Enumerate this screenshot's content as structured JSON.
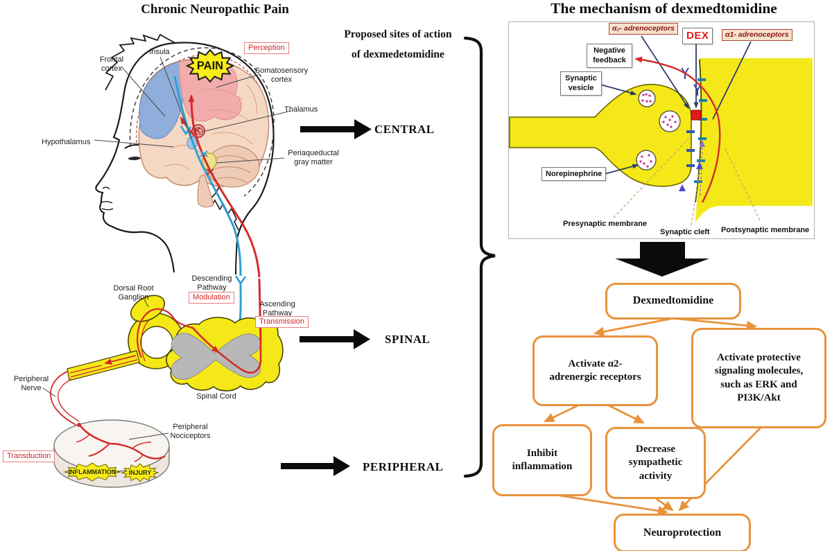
{
  "left": {
    "title": "Chronic Neuropathic Pain",
    "proposed": "Proposed sites of action\nof dexmedetomidine",
    "labels": {
      "frontal_cortex": "Frontal\ncortex",
      "insula": "Insula",
      "pain": "PAIN",
      "perception": "Perception",
      "somatosensory_cortex": "Somatosensory\ncortex",
      "thalamus": "Thalamus",
      "hypothalamus": "Hypothalamus",
      "periaqueductal": "Periaqueductal\ngray matter",
      "descending_pathway": "Descending\nPathway",
      "modulation": "Modulation",
      "ascending_pathway": "Ascending\nPathway",
      "transmission": "Transmission",
      "dorsal_root_ganglion": "Dorsal Root\nGanglion",
      "spinal_cord": "Spinal Cord",
      "peripheral_nerve": "Peripheral\nNerve",
      "peripheral_nociceptors": "Peripheral\nNociceptors",
      "transduction": "Transduction",
      "inflammation": "INFLAMMATION",
      "injury": "INJURY"
    },
    "levels": {
      "central": "CENTRAL",
      "spinal": "SPINAL",
      "peripheral": "PERIPHERAL"
    }
  },
  "right": {
    "title": "The mechanism of dexmedtomidine",
    "synapse": {
      "alpha2": "α₂- adrenoceptors",
      "dex": "DEX",
      "alpha1": "α1- adrenoceptors",
      "negative_feedback": "Negative\nfeedback",
      "synaptic_vesicle": "Synaptic\nvesicle",
      "norepinephrine": "Norepinephrine",
      "presynaptic_membrane": "Presynaptic membrane",
      "synaptic_cleft": "Synaptic cleft",
      "postsynaptic_membrane": "Postsynaptic membrane"
    },
    "flowchart": {
      "dexmedtomidine": "Dexmedtomidine",
      "activate_a2": "Activate α2-\nadrenergic receptors",
      "activate_protective": "Activate protective\nsignaling molecules,\nsuch as ERK and\nPI3K/Akt",
      "inhibit_inflammation": "Inhibit\ninflammation",
      "decrease_sympathetic": "Decrease\nsympathetic\nactivity",
      "neuroprotection": "Neuroprotection"
    }
  },
  "colors": {
    "flowchart_orange": "#E8923C",
    "yellow": "#F4E818",
    "red_pathway": "#D42A2A",
    "blue_pathway": "#2E9FD4",
    "label_red": "#D42424",
    "navy": "#2C3E6B"
  }
}
